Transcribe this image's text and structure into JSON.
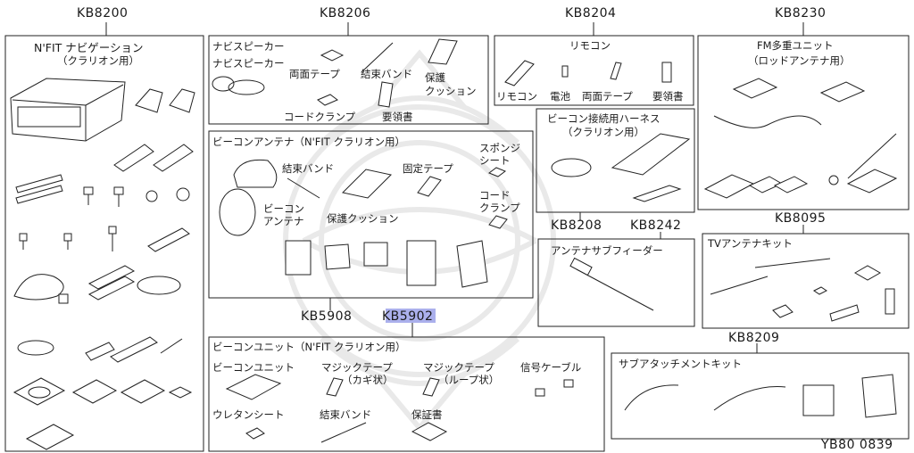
{
  "footer_code": "YB80 0839",
  "highlight_code": "KB5902",
  "codes": {
    "kb8200": "KB8200",
    "kb8206": "KB8206",
    "kb8204": "KB8204",
    "kb8230": "KB8230",
    "kb8208": "KB8208",
    "kb8242": "KB8242",
    "kb8095": "KB8095",
    "kb5908": "KB5908",
    "kb5902": "KB5902",
    "kb8209": "KB8209"
  },
  "labels": {
    "nfit_nav_title": "N'FIT ナビゲーション",
    "nfit_nav_sub": "（クラリオン用）",
    "navi_speaker_1": "ナビスピーカー",
    "navi_speaker_2": "ナビスピーカー",
    "double_tape": "両面テープ",
    "cable_tie": "結束バンド",
    "protect": "保護",
    "cushion": "クッション",
    "cord_clamp": "コードクランプ",
    "manual": "要領書",
    "remote_title": "リモコン",
    "remote": "リモコン",
    "battery": "電池",
    "remote_tape": "両面テープ",
    "remote_manual": "要領書",
    "fm_title": "FM多重ユニット",
    "fm_sub": "（ロッドアンテナ用）",
    "beacon_harness_title": "ビーコン接続用ハーネス",
    "beacon_harness_sub": "（クラリオン用）",
    "beacon_antenna_title": "ビーコンアンテナ（N'FIT クラリオン用）",
    "sponge_1": "スポンジ",
    "sponge_2": "シート",
    "tie_band_2": "結束バンド",
    "fix_tape": "固定テープ",
    "cord_1": "コード",
    "clamp_1": "クランプ",
    "beacon_1": "ビーコン",
    "antenna_1": "アンテナ",
    "protect_cushion": "保護クッション",
    "antenna_sub_feeder": "アンテナサブフィーダー",
    "tv_antenna_kit": "TVアンテナキット",
    "beacon_unit_title": "ビーコンユニット（N'FIT クラリオン用）",
    "beacon_unit": "ビーコンユニット",
    "magic_tape_1": "マジックテープ",
    "magic_hook": "（カギ状）",
    "magic_tape_2": "マジックテープ",
    "magic_loop": "（ループ状）",
    "signal_cable": "信号ケーブル",
    "urethane_sheet": "ウレタンシート",
    "tie_band_3": "結束バンド",
    "warranty": "保証書",
    "sub_attach_kit": "サブアタッチメントキット"
  }
}
